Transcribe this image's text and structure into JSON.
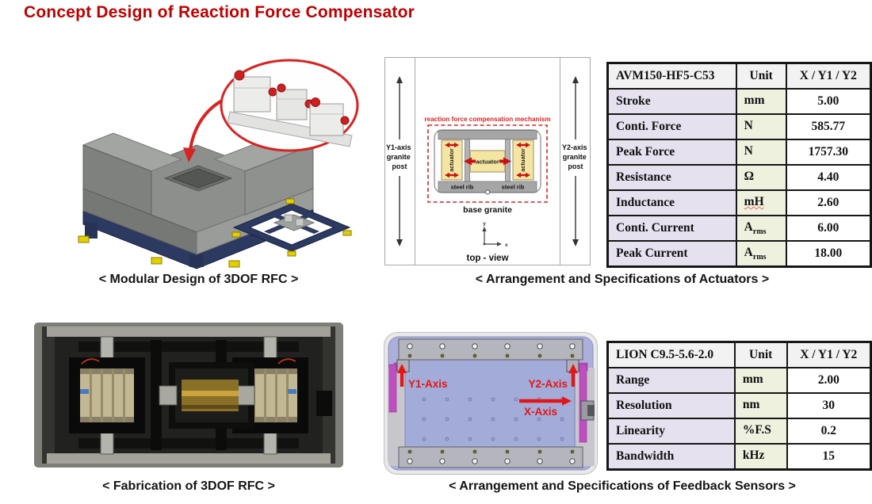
{
  "title": "Concept Design of Reaction Force Compensator",
  "colors": {
    "title_red": "#c00000",
    "diagram_red": "#e02020",
    "label_lavender": "#e6e1ef",
    "unit_green": "#edf1de",
    "plate_periwinkle": "#a8aeda",
    "strip_magenta": "#bf4fbf"
  },
  "captions": {
    "modular": "< Modular Design of 3DOF RFC >",
    "actuators": "< Arrangement and Specifications of Actuators >",
    "fabrication": "< Fabrication of 3DOF RFC >",
    "sensors": "< Arrangement and Specifications of Feedback Sensors >"
  },
  "actuator_diagram": {
    "y1_post": [
      "Y1-axis",
      "granite",
      "post"
    ],
    "y2_post": [
      "Y2-axis",
      "granite",
      "post"
    ],
    "mechanism_label": "reaction force compensation mechanism",
    "actuator_label": "actuator",
    "steel_rib": "steel rib",
    "base_label": "base granite",
    "view_label": "top - view",
    "axis_x": "x",
    "axis_y": "y"
  },
  "actuator_table": {
    "header": [
      "AVM150-HF5-C53",
      "Unit",
      "X / Y1 / Y2"
    ],
    "rows": [
      {
        "label": "Stroke",
        "unit": "mm",
        "sub": "",
        "value": "5.00"
      },
      {
        "label": "Conti. Force",
        "unit": "N",
        "sub": "",
        "value": "585.77"
      },
      {
        "label": "Peak Force",
        "unit": "N",
        "sub": "",
        "value": "1757.30"
      },
      {
        "label": "Resistance",
        "unit": "Ω",
        "sub": "",
        "value": "4.40"
      },
      {
        "label": "Inductance",
        "unit": "mH",
        "sub": "",
        "value": "2.60"
      },
      {
        "label": "Conti. Current",
        "unit": "A",
        "sub": "rms",
        "value": "6.00"
      },
      {
        "label": "Peak Current",
        "unit": "A",
        "sub": "rms",
        "value": "18.00"
      }
    ]
  },
  "sensor_diagram": {
    "y1_label": "Y1-Axis",
    "y2_label": "Y2-Axis",
    "x_label": "X-Axis"
  },
  "sensor_table": {
    "header": [
      "LION C9.5-5.6-2.0",
      "Unit",
      "X / Y1 / Y2"
    ],
    "rows": [
      {
        "label": "Range",
        "unit": "mm",
        "sub": "",
        "value": "2.00"
      },
      {
        "label": "Resolution",
        "unit": "nm",
        "sub": "",
        "value": "30"
      },
      {
        "label": "Linearity",
        "unit": "%F.S",
        "sub": "",
        "value": "0.2"
      },
      {
        "label": "Bandwidth",
        "unit": "kHz",
        "sub": "",
        "value": "15"
      }
    ]
  }
}
